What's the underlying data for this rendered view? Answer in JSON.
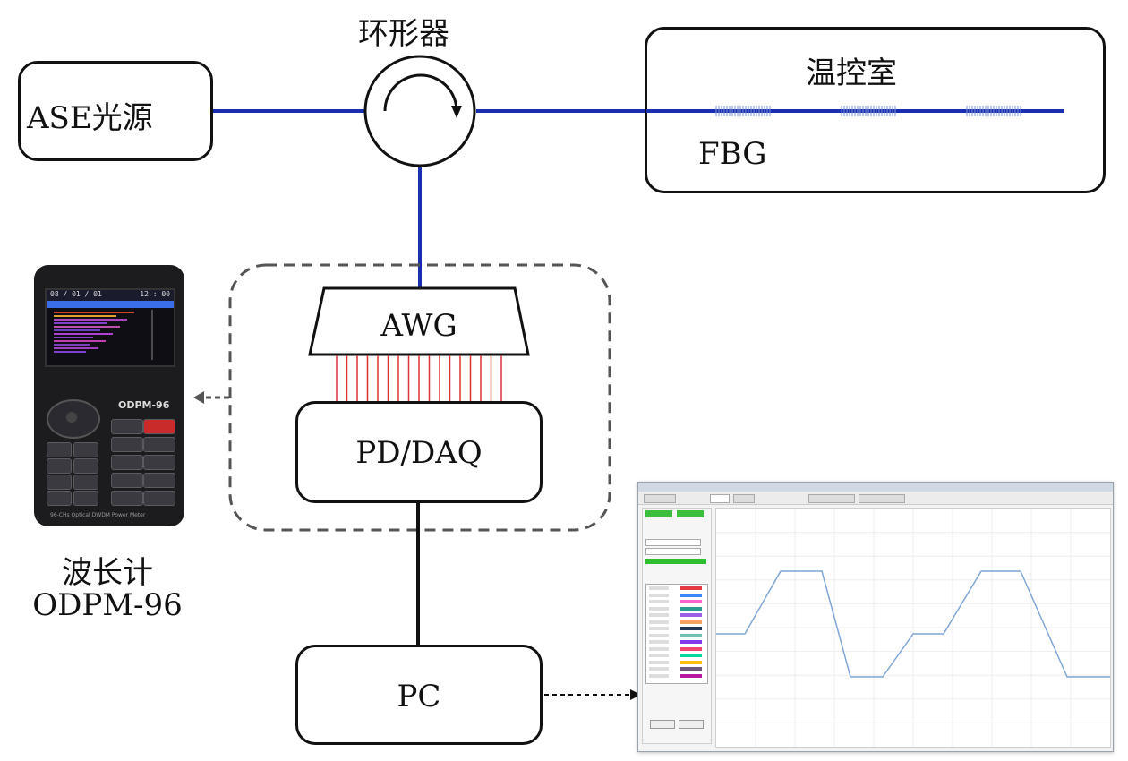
{
  "diagram": {
    "ase_source": "ASE光源",
    "circulator": "环形器",
    "temp_chamber": "温控室",
    "fbg": "FBG",
    "awg": "AWG",
    "pd_daq": "PD/DAQ",
    "pc": "PC",
    "wavemeter_name": "波长计",
    "wavemeter_model": "ODPM-96"
  },
  "device": {
    "screen_date": "08 / 01 / 01",
    "screen_time": "12 : 00",
    "brand": "ODPM-96",
    "footer": "96-CHs Optical DWDM Power Meter"
  },
  "colors": {
    "fiber": "#1a2fb0",
    "awg_channels": "#d33",
    "plot_line": "#7fa6d6"
  }
}
